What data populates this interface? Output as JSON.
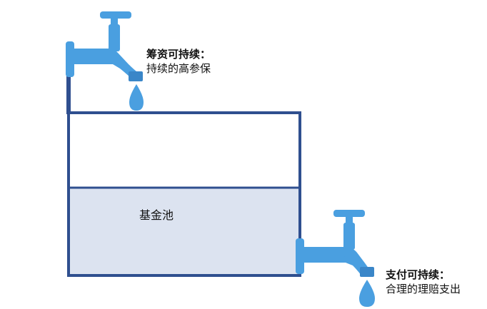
{
  "inflow": {
    "title": "筹资可持续：",
    "subtitle": "持续的高参保"
  },
  "pool": {
    "label": "基金池",
    "fill_level": 0.54
  },
  "outflow": {
    "title": "支付可持续：",
    "subtitle": "合理的理赔支出"
  },
  "colors": {
    "tank_border": "#2f4f8f",
    "water_fill": "#dce3f0",
    "faucet": "#4a9fe0",
    "faucet_dark": "#3a86c8"
  }
}
